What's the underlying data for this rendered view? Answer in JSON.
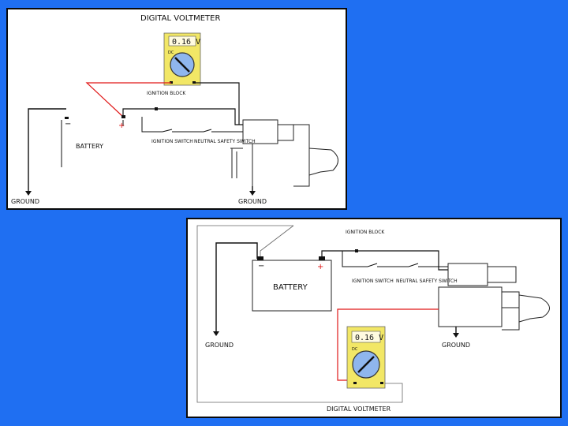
{
  "top_diagram": {
    "title": "DIGITAL VOLTMETER",
    "meter": {
      "reading": "0.16 V",
      "mode": "DC"
    },
    "labels": {
      "ignition_block": "IGNITION BLOCK",
      "battery": "BATTERY",
      "ignition_switch": "IGNITION SWITCH",
      "neutral_safety_switch": "NEUTRAL SAFETY SWITCH",
      "ground_left": "GROUND",
      "ground_right": "GROUND",
      "plus_sign": "+",
      "minus_sign": "−"
    }
  },
  "bottom_diagram": {
    "title": "DIGITAL VOLTMETER",
    "meter": {
      "reading": "0.16 V",
      "mode": "DC"
    },
    "labels": {
      "ignition_block": "IGNITION BLOCK",
      "battery": "BATTERY",
      "ignition_switch": "IGNITION SWITCH",
      "neutral_safety_switch": "NEUTRAL SAFETY SWITCH",
      "ground_left": "GROUND",
      "ground_right": "GROUND",
      "plus_sign": "+",
      "minus_sign": "−"
    }
  },
  "colors": {
    "background": "#1f6ff2",
    "meter_body": "#f2e766",
    "meter_dial": "#8fb6ee",
    "test_lead": "#e01818",
    "wire": "#111111"
  }
}
